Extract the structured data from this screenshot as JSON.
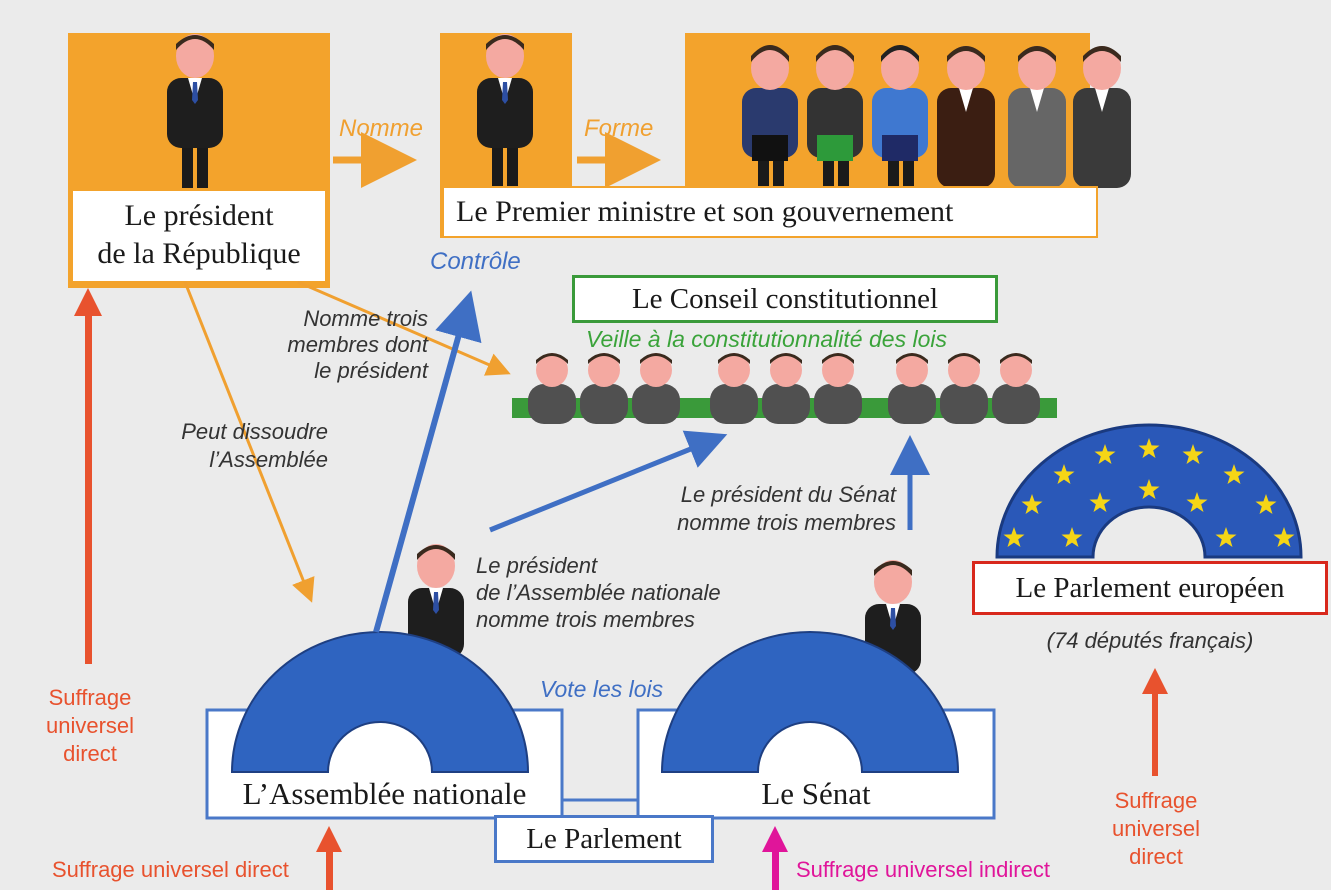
{
  "colors": {
    "background": "#ebebeb",
    "orange_panel": "#f3a32c",
    "orange_arrow": "#f0a030",
    "blue": "#3f6fc4",
    "blue_frame": "#4a78c8",
    "red": "#e8522e",
    "magenta": "#e0159a",
    "green": "#3a9a3a",
    "green_text": "#3aa33a",
    "eu_blue": "#2a58b8",
    "eu_star": "#f5d516"
  },
  "icons": [
    "person-icon",
    "hemicycle-icon",
    "star-icon",
    "arrow-icon"
  ],
  "executive": {
    "president_label_1": "Le président",
    "president_label_2": "de la République",
    "nomme": "Nomme",
    "forme": "Forme",
    "pm_label": "Le Premier ministre et son gouvernement"
  },
  "constitutional_council": {
    "title": "Le Conseil constitutionnel",
    "subtitle": "Veille à la constitutionnalité des lois"
  },
  "relations": {
    "controle": "Contrôle",
    "nomme_trois_1": "Nomme trois",
    "nomme_trois_2": "membres dont",
    "nomme_trois_3": "le président",
    "dissoudre_1": "Peut dissoudre",
    "dissoudre_2": "l’Assemblée",
    "an_pres_1": "Le président",
    "an_pres_2": "de l’Assemblée nationale",
    "an_pres_3": "nomme trois membres",
    "senat_pres_1": "Le président du Sénat",
    "senat_pres_2": "nomme trois membres",
    "vote": "Vote les lois"
  },
  "parliament": {
    "assembly": "L’Assemblée nationale",
    "senate": "Le Sénat",
    "parliament": "Le Parlement"
  },
  "europe": {
    "title": "Le Parlement européen",
    "subtitle": "(74 députés français)"
  },
  "suffrage": {
    "left_1": "Suffrage",
    "left_2": "universel",
    "left_3": "direct",
    "bottom_direct": "Suffrage universel direct",
    "bottom_indirect": "Suffrage universel indirect",
    "right_1": "Suffrage",
    "right_2": "universel",
    "right_3": "direct"
  }
}
